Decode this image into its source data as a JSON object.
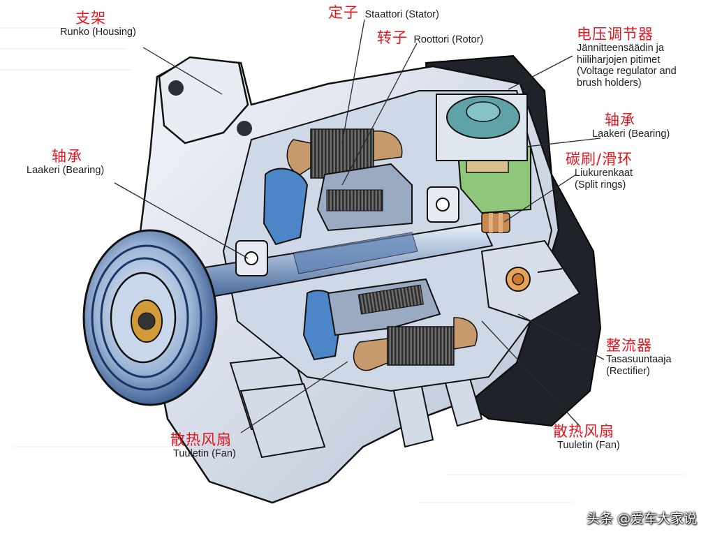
{
  "labels": {
    "housing": {
      "zh": "支架",
      "fi": "Runko (Housing)"
    },
    "stator": {
      "zh": "定子",
      "fi": "Staattori (Stator)"
    },
    "rotor": {
      "zh": "转子",
      "fi": "Roottori (Rotor)"
    },
    "regulator": {
      "zh": "电压调节器",
      "fi": [
        "Jännitteensäädin ja",
        "hiiliharjojen pitimet",
        "(Voltage regulator and",
        "brush holders)"
      ]
    },
    "bearing_right": {
      "zh": "轴承",
      "fi": "Laakeri (Bearing)"
    },
    "bearing_left": {
      "zh": "轴承",
      "fi": "Laakeri (Bearing)"
    },
    "brushes": {
      "zh": "碳刷/滑环",
      "fi": [
        "Liukurenkaat",
        "(Split rings)"
      ]
    },
    "rectifier": {
      "zh": "整流器",
      "fi": [
        "Tasasuuntaaja",
        "(Rectifier)"
      ]
    },
    "fan_left": {
      "zh": "散热风扇",
      "fi": "Tuuletin (Fan)"
    },
    "fan_right": {
      "zh": "散热风扇",
      "fi": "Tuuletin (Fan)"
    }
  },
  "watermark": "头条 @爱车大家说",
  "colors": {
    "label_zh": "#e4161f",
    "label_fi": "#1c1c1c",
    "leader": "#2a2a2a"
  }
}
